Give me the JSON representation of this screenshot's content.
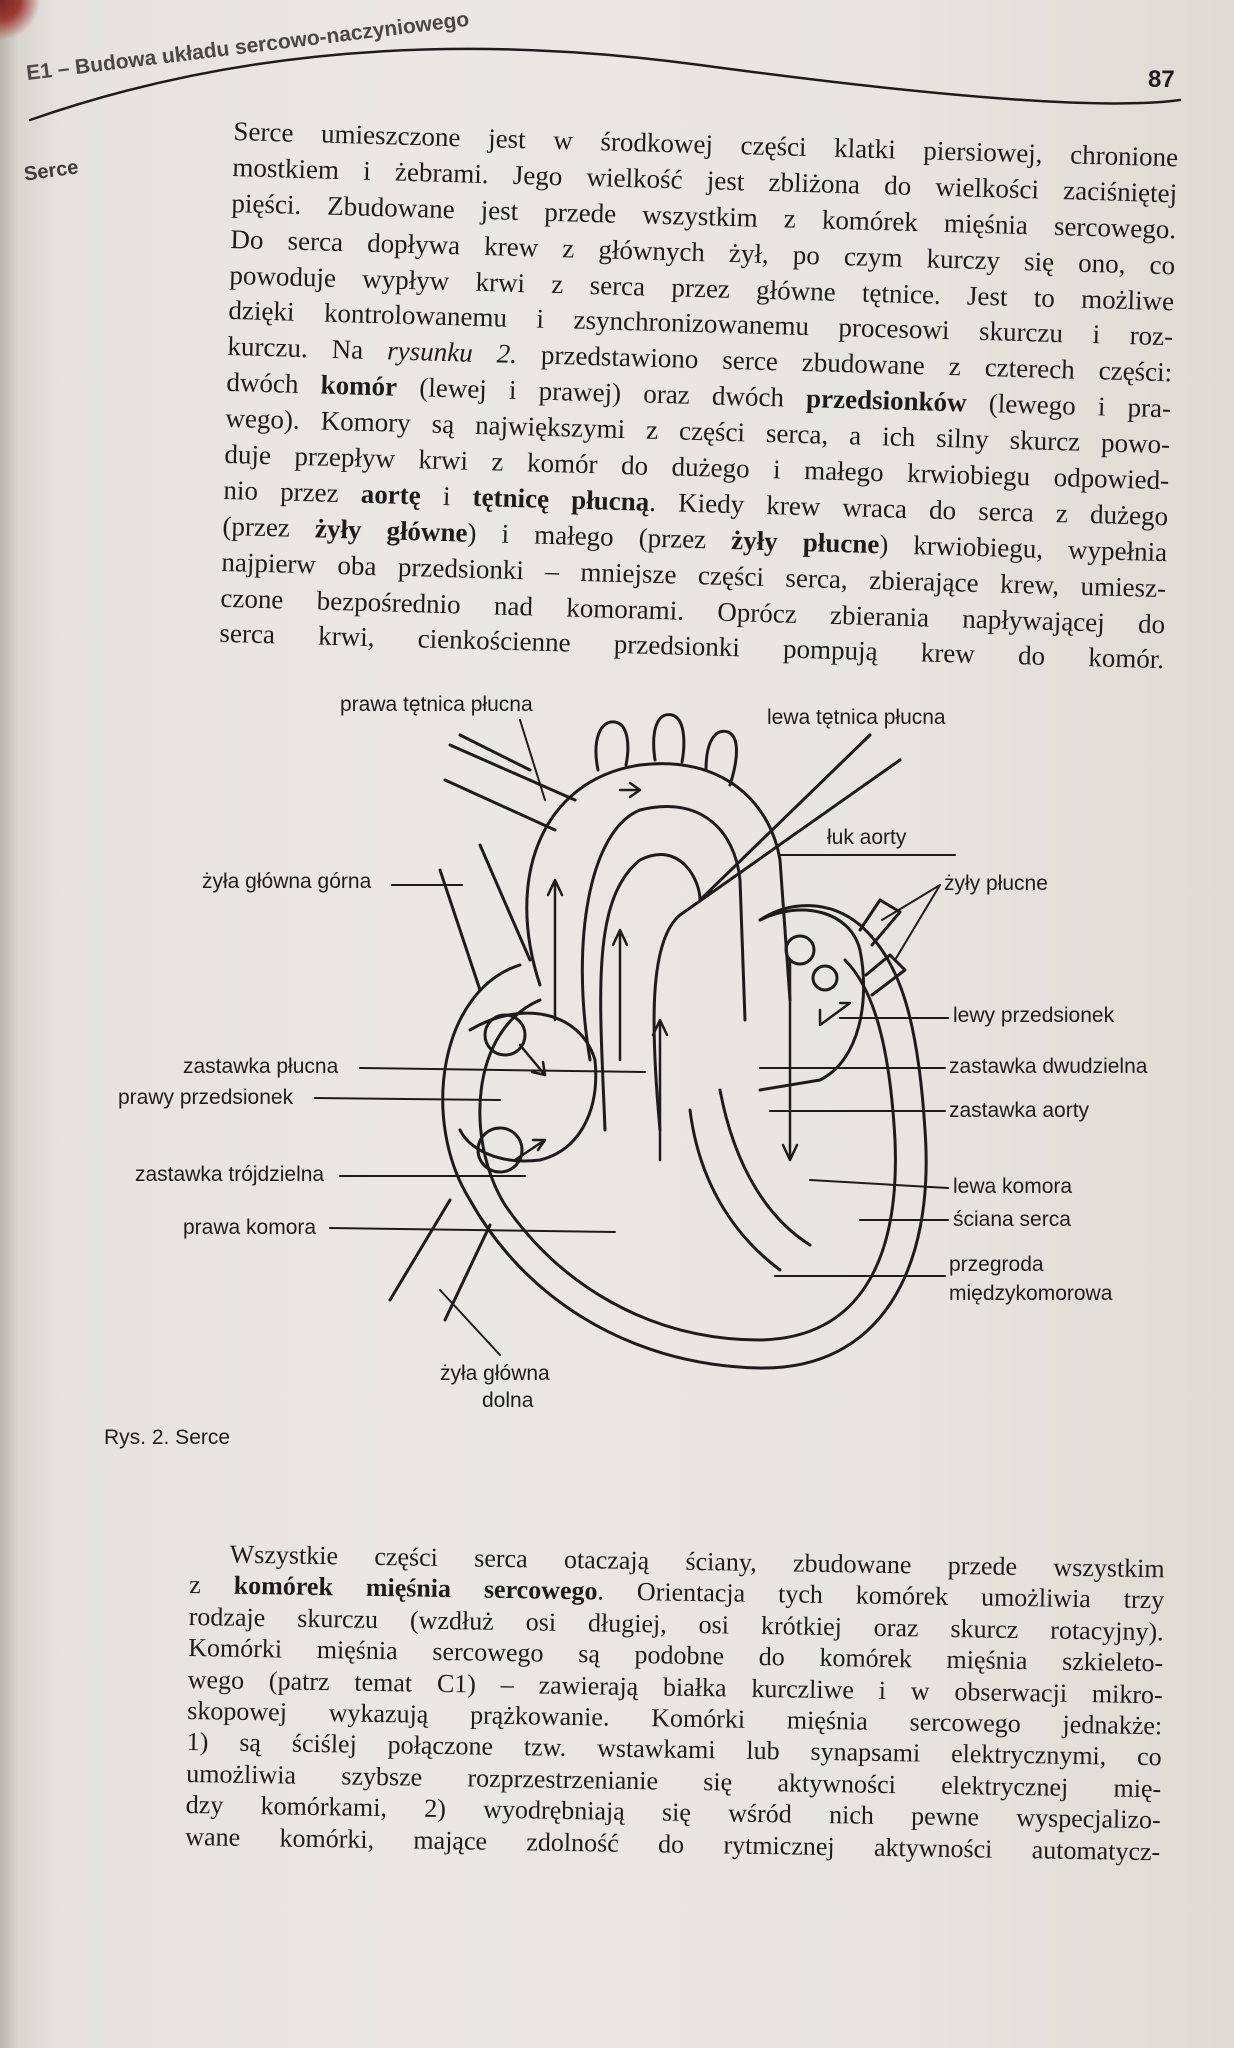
{
  "header": {
    "running_title": "E1 – Budowa układu sercowo-naczyniowego",
    "page_number": "87",
    "side_heading": "Serce"
  },
  "paragraph1": {
    "lines": [
      [
        {
          "t": "Serce umieszczone jest w środkowej części klatki piersiowej, chronione"
        }
      ],
      [
        {
          "t": "mostkiem i żebrami. Jego wielkość jest zbliżona do wielkości zaciśniętej"
        }
      ],
      [
        {
          "t": "pięści. Zbudowane jest przede wszystkim z komórek mięśnia sercowego."
        }
      ],
      [
        {
          "t": "Do serca dopływa krew z głównych żył, po czym kurczy się ono, co"
        }
      ],
      [
        {
          "t": "powoduje wypływ krwi z serca przez główne tętnice. Jest to możliwe"
        }
      ],
      [
        {
          "t": "dzięki kontrolowanemu i zsynchronizowanemu procesowi skurczu i roz-"
        }
      ],
      [
        {
          "t": "kurczu. Na "
        },
        {
          "t": "rysunku 2.",
          "s": "i"
        },
        {
          "t": " przedstawiono serce zbudowane z czterech części:"
        }
      ],
      [
        {
          "t": "dwóch "
        },
        {
          "t": "komór",
          "s": "b"
        },
        {
          "t": " (lewej i prawej) oraz dwóch "
        },
        {
          "t": "przedsionków",
          "s": "b"
        },
        {
          "t": " (lewego i pra-"
        }
      ],
      [
        {
          "t": "wego). Komory są największymi z części serca, a ich silny skurcz powo-"
        }
      ],
      [
        {
          "t": "duje przepływ krwi z komór do dużego i małego krwiobiegu odpowied-"
        }
      ],
      [
        {
          "t": "nio przez "
        },
        {
          "t": "aortę",
          "s": "b"
        },
        {
          "t": " i "
        },
        {
          "t": "tętnicę płucną",
          "s": "b"
        },
        {
          "t": ". Kiedy krew wraca do serca z dużego"
        }
      ],
      [
        {
          "t": "(przez "
        },
        {
          "t": "żyły główne",
          "s": "b"
        },
        {
          "t": ") i małego (przez "
        },
        {
          "t": "żyły płucne",
          "s": "b"
        },
        {
          "t": ") krwiobiegu, wypełnia"
        }
      ],
      [
        {
          "t": "najpierw oba przedsionki – mniejsze części serca, zbierające krew, umiesz-"
        }
      ],
      [
        {
          "t": "czone bezpośrednio nad komorami. Oprócz zbierania napływającej do"
        }
      ],
      [
        {
          "t": "serca krwi, cienkościenne przedsionki pompują krew do komór."
        }
      ]
    ]
  },
  "figure": {
    "caption": "Rys. 2. Serce",
    "labels": {
      "prawa_tetnica_plucna": "prawa tętnica płucna",
      "lewa_tetnica_plucna": "lewa tętnica płucna",
      "luk_aorty": "łuk aorty",
      "zyla_glowna_gorna": "żyła główna górna",
      "zyly_plucne": "żyły płucne",
      "lewy_przedsionek": "lewy przedsionek",
      "zastawka_plucna": "zastawka płucna",
      "zastawka_dwudzielna": "zastawka dwudzielna",
      "prawy_przedsionek": "prawy przedsionek",
      "zastawka_aorty": "zastawka aorty",
      "zastawka_trojdzielna": "zastawka trójdzielna",
      "lewa_komora": "lewa komora",
      "prawa_komora": "prawa komora",
      "sciana_serca": "ściana serca",
      "przegroda_1": "przegroda",
      "przegroda_2": "międzykomorowa",
      "zyla_glowna_dolna_1": "żyła główna",
      "zyla_glowna_dolna_2": "dolna"
    }
  },
  "paragraph2": {
    "lines": [
      [
        {
          "t": "Wszystkie części serca otaczają ściany, zbudowane przede wszystkim"
        }
      ],
      [
        {
          "t": "z "
        },
        {
          "t": "komórek mięśnia sercowego",
          "s": "b"
        },
        {
          "t": ". Orientacja tych komórek umożliwia trzy"
        }
      ],
      [
        {
          "t": "rodzaje skurczu (wzdłuż osi długiej, osi krótkiej oraz skurcz rotacyjny)."
        }
      ],
      [
        {
          "t": "Komórki mięśnia sercowego są podobne do komórek mięśnia szkieleto-"
        }
      ],
      [
        {
          "t": "wego (patrz temat C1) – zawierają białka kurczliwe i w obserwacji mikro-"
        }
      ],
      [
        {
          "t": "skopowej wykazują prążkowanie. Komórki mięśnia sercowego jednakże:"
        }
      ],
      [
        {
          "t": "1) są ściślej połączone tzw. wstawkami lub synapsami elektrycznymi, co"
        }
      ],
      [
        {
          "t": "umożliwia szybsze rozprzestrzenianie się aktywności elektrycznej mię-"
        }
      ],
      [
        {
          "t": "dzy komórkami, 2) wyodrębniają się wśród nich pewne wyspecjalizo-"
        }
      ],
      [
        {
          "t": "wane komórki, mające zdolność do rytmicznej aktywności automatycz-"
        }
      ]
    ]
  }
}
